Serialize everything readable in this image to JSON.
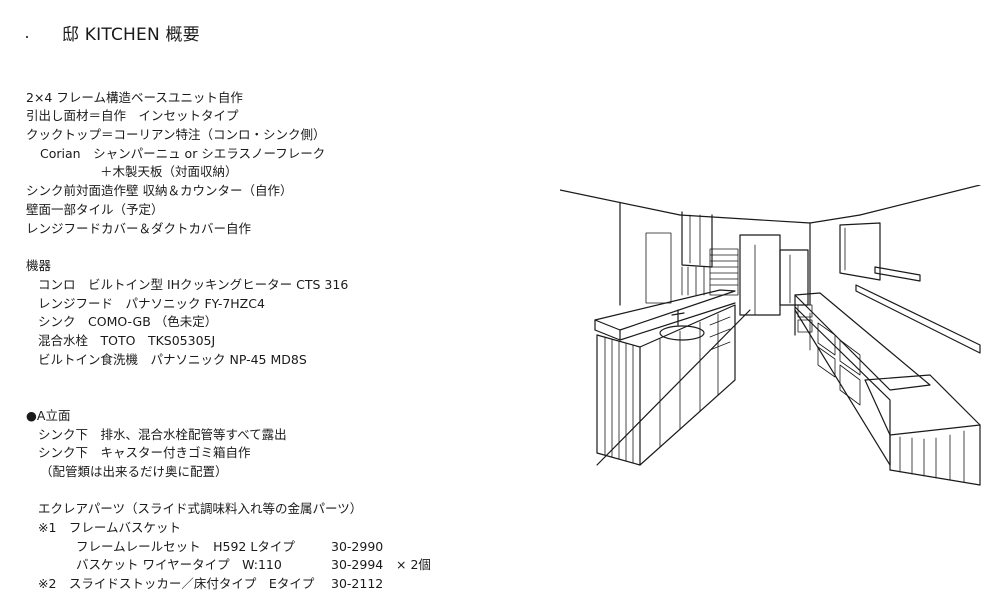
{
  "header": {
    "title_visible_part": "邸 KITCHEN 概要"
  },
  "overview": [
    "2×4 フレーム構造ベースユニット自作",
    "引出し面材＝自作　インセットタイプ",
    "クックトップ＝コーリアン特注（コンロ・シンク側）",
    "Corian　シャンパーニュ or シエラスノーフレーク",
    "＋木製天板（対面収納）",
    "シンク前対面造作壁 収納＆カウンター（自作）",
    "壁面一部タイル（予定）",
    "レンジフードカバー＆ダクトカバー自作"
  ],
  "equipment": {
    "heading": "機器",
    "items": [
      "コンロ　ビルトイン型 IHクッキングヒーター CTS 316",
      "レンジフード　パナソニック FY-7HZC4",
      "シンク　COMO-GB （色未定）",
      "混合水栓　TOTO　TKS05305J",
      "ビルトイン食洗機　パナソニック NP-45 MD8S"
    ]
  },
  "elevation_a": {
    "heading": "●A立面",
    "items": [
      "シンク下　排水、混合水栓配管等すべて露出",
      "シンク下　キャスター付きゴミ箱自作",
      "（配管類は出来るだけ奥に配置）"
    ]
  },
  "eclair": {
    "heading": "エクレアパーツ（スライド式調味料入れ等の金属パーツ）",
    "item1_label": "※1　フレームバスケット",
    "item1_rows": [
      {
        "name": "フレームレールセット　H592 Lタイプ",
        "code": "30-2990",
        "qty": ""
      },
      {
        "name": "バスケット ワイヤータイプ　W:110",
        "code": "30-2994",
        "qty": "× 2個"
      }
    ],
    "item2_label": "※2　スライドストッカー／床付タイプ　Eタイプ",
    "item2_code": "30-2112"
  },
  "sketch": {
    "icon": "kitchen-perspective-sketch"
  }
}
